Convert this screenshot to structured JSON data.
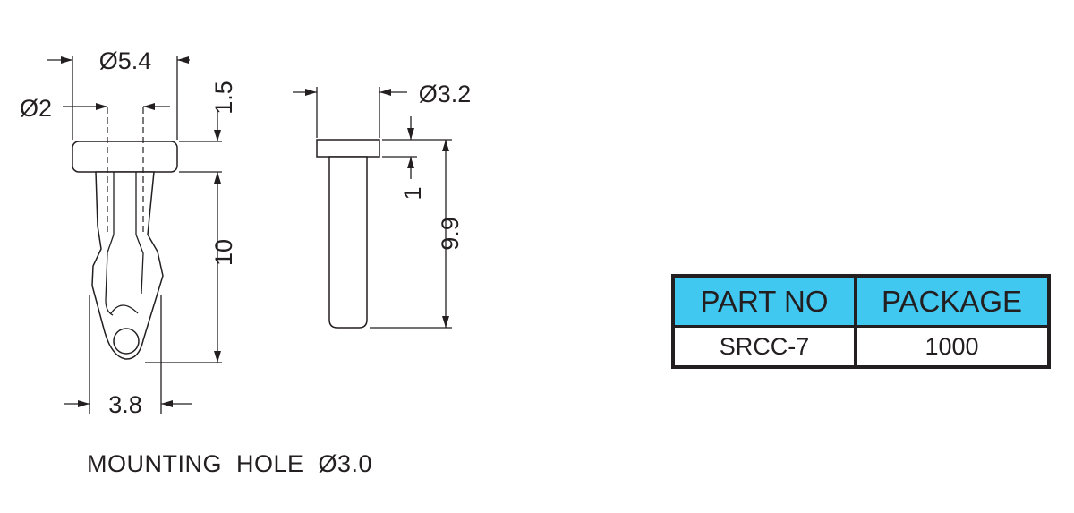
{
  "colors": {
    "header_fill": "#41c8f0",
    "line": "#231f20"
  },
  "front_view": {
    "dim_head_diameter": "Ø5.4",
    "dim_bore_diameter": "Ø2",
    "dim_head_height": "1.5",
    "dim_shank_length": "10",
    "dim_tip_width": "3.8"
  },
  "side_view": {
    "dim_pin_diameter": "Ø3.2",
    "dim_head_height": "1",
    "dim_total_length": "9.9"
  },
  "note": "MOUNTING  HOLE  Ø3.0",
  "table": {
    "headers": [
      "PART NO",
      "PACKAGE"
    ],
    "rows": [
      [
        "SRCC-7",
        "1000"
      ]
    ]
  }
}
